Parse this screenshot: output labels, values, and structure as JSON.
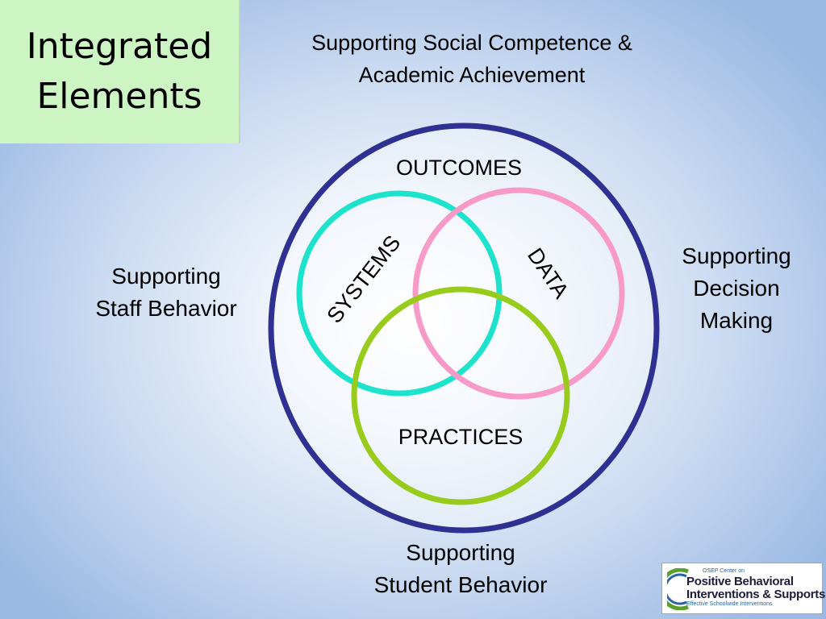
{
  "title": {
    "line1": "Integrated",
    "line2": "Elements"
  },
  "top_label": {
    "line1": "Supporting Social Competence &",
    "line2": "Academic Achievement"
  },
  "left_label": {
    "line1": "Supporting",
    "line2": "Staff Behavior"
  },
  "right_label": {
    "line1": "Supporting",
    "line2": "Decision",
    "line3": "Making"
  },
  "bottom_label": {
    "line1": "Supporting",
    "line2": "Student Behavior"
  },
  "diagram": {
    "outer_label": "OUTCOMES",
    "systems_label": "SYSTEMS",
    "data_label": "DATA",
    "practices_label": "PRACTICES",
    "colors": {
      "outer": "#2e3192",
      "systems": "#1de3cd",
      "data": "#f79ac8",
      "practices": "#97cb1c"
    }
  },
  "logo": {
    "small_text": "OSEP Center on",
    "line1": "Positive Behavioral",
    "line2": "Interventions & Supports",
    "tagline": "Effective Schoolwide Interventions"
  }
}
